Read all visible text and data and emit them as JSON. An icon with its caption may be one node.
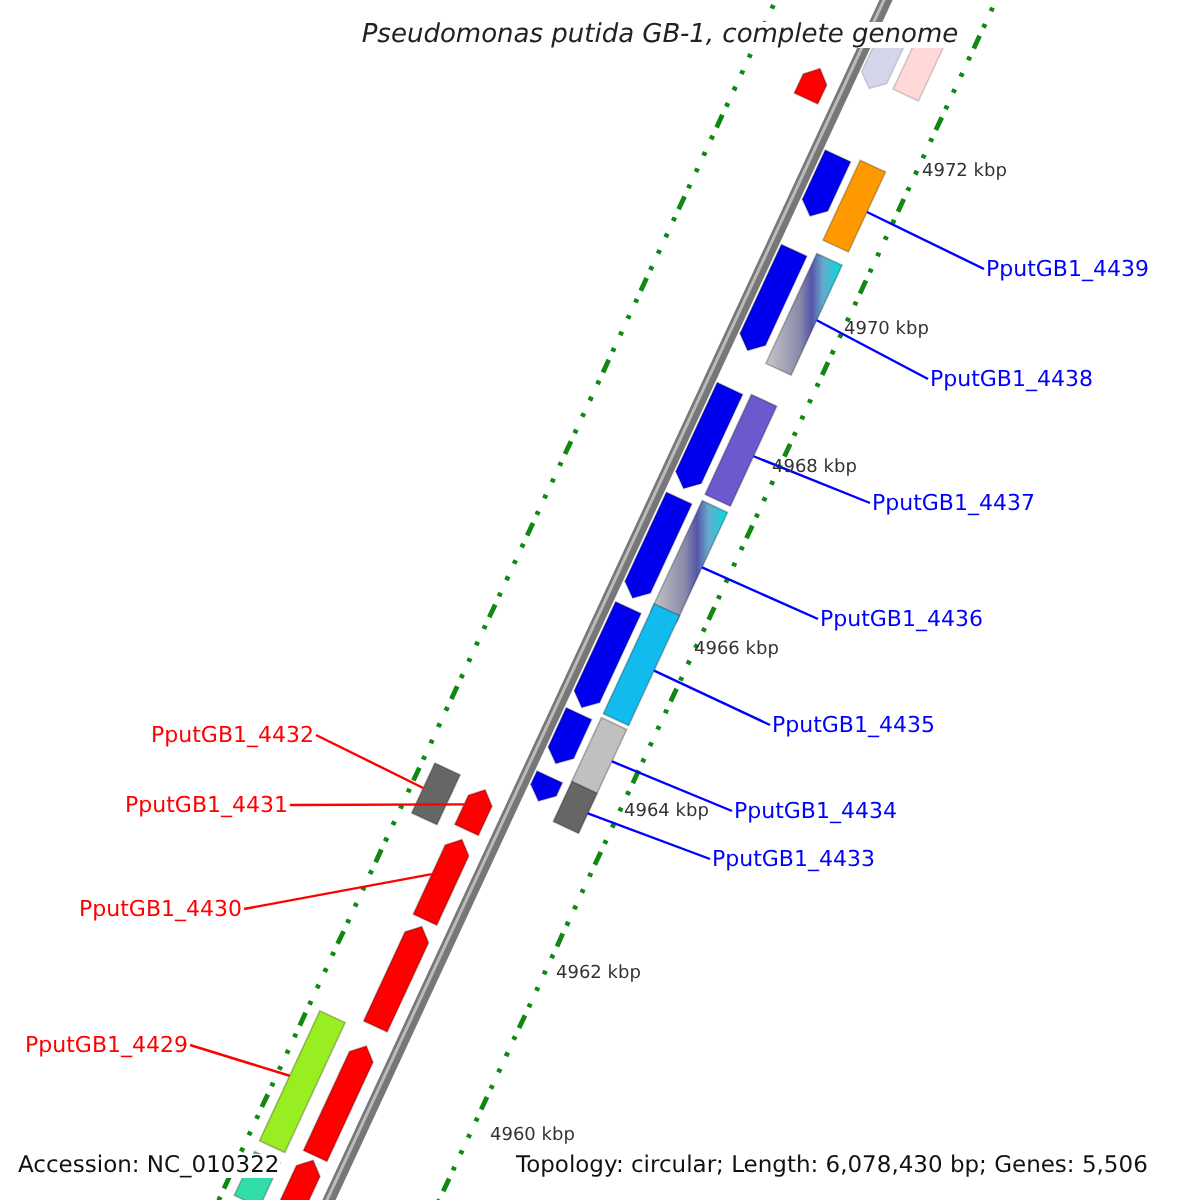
{
  "diagram": {
    "title": "Pseudomonas putida GB-1, complete genome",
    "nodes": [
      {
        "text": [
          "PputGB1_4439"
        ]
      },
      {
        "text": [
          "PputGB1_4438"
        ]
      },
      {
        "text": [
          "PputGB1_4437"
        ]
      },
      {
        "text": [
          "PputGB1_4436"
        ]
      },
      {
        "text": [
          "PputGB1_4435"
        ]
      },
      {
        "text": [
          "PputGB1_4434"
        ]
      },
      {
        "text": [
          "PputGB1_4433"
        ]
      },
      {
        "text": [
          "PputGB1_4432"
        ]
      },
      {
        "text": [
          "PputGB1_4431"
        ]
      },
      {
        "text": [
          "PputGB1_4430"
        ]
      },
      {
        "text": [
          "PputGB1_4429"
        ]
      },
      {
        "text": [],
        "shape": "box"
      },
      {
        "text": [],
        "shape": "box"
      },
      {
        "text": [],
        "shape": "box"
      },
      {
        "text": [],
        "shape": "box"
      },
      {
        "text": [],
        "shape": "box"
      },
      {
        "text": [],
        "shape": "box"
      },
      {
        "text": [],
        "shape": "box"
      },
      {
        "text": [],
        "shape": "box"
      },
      {
        "text": [],
        "shape": "box"
      },
      {
        "text": [],
        "shape": "box"
      },
      {
        "text": [],
        "shape": "box"
      }
    ],
    "edges": [
      {
        "from": 0,
        "to": 11,
        "arrow": "none"
      },
      {
        "from": 1,
        "to": 12,
        "arrow": "none"
      },
      {
        "from": 2,
        "to": 13,
        "arrow": "none"
      },
      {
        "from": 3,
        "to": 14,
        "arrow": "none"
      },
      {
        "from": 4,
        "to": 15,
        "arrow": "none"
      },
      {
        "from": 5,
        "to": 16,
        "arrow": "none"
      },
      {
        "from": 6,
        "to": 17,
        "arrow": "none"
      },
      {
        "from": 7,
        "to": 18,
        "arrow": "none",
        "color": "#ff0000"
      },
      {
        "from": 8,
        "to": 19,
        "arrow": "none",
        "color": "#ff0000"
      },
      {
        "from": 9,
        "to": 20,
        "arrow": "none",
        "color": "#ff0000"
      },
      {
        "from": 10,
        "to": 21,
        "arrow": "none",
        "color": "#ff0000"
      }
    ],
    "labels": [
      "4972 kbp",
      "4970 kbp",
      "4968 kbp",
      "4966 kbp",
      "4964 kbp",
      "4962 kbp",
      "4960 kbp",
      "Accession: NC_010322",
      "Topology: circular; Length: 6,078,430 bp; Genes: 5,506"
    ]
  }
}
